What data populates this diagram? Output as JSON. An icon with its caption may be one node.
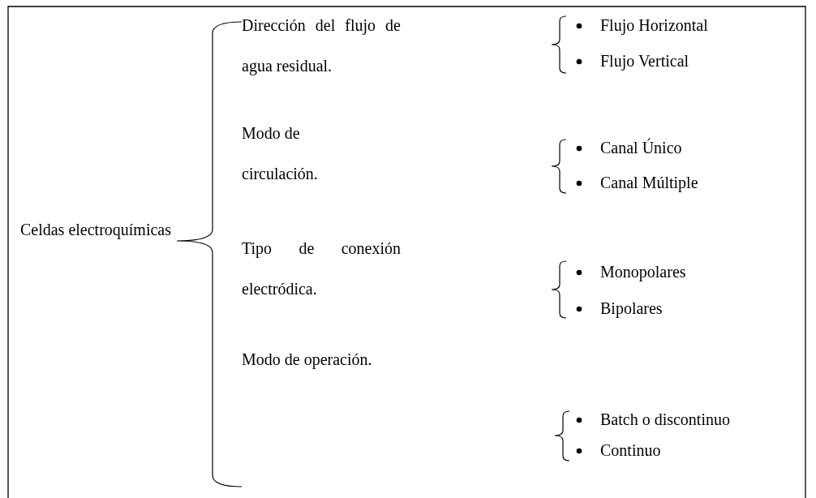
{
  "diagram": {
    "labels": [
      "Celdas electroquímicas",
      "Dirección del flujo de agua residual.",
      "Flujo Horizontal",
      "Flujo Vertical",
      "Modo de circulación.",
      "Canal Único",
      "Canal Múltiple",
      "Tipo de conexión electródica.",
      "Monopolares",
      "Bipolares",
      "Modo de operación.",
      "Batch o discontinuo",
      "Continuo"
    ]
  }
}
